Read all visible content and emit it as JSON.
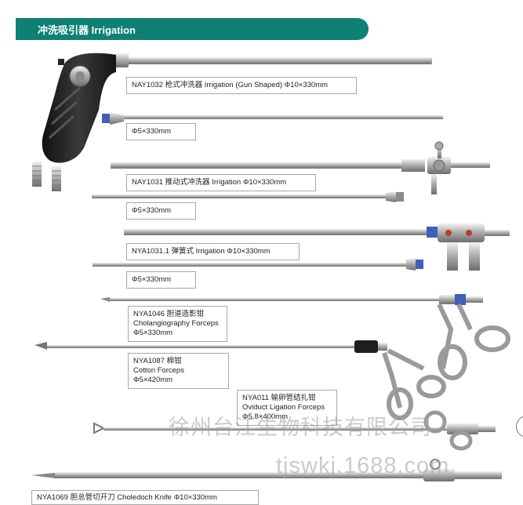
{
  "header": {
    "title": "冲洗吸引器 Irrigation"
  },
  "labels": [
    {
      "lines": [
        "NAY1032 枪式冲洗器 Irrigation (Gun Shaped)  Φ10×330mm"
      ]
    },
    {
      "lines": [
        "Φ5×330mm"
      ]
    },
    {
      "lines": [
        "NAY1031 推动式冲洗器 Irrigation  Φ10×330mm"
      ]
    },
    {
      "lines": [
        "Φ5×330mm"
      ]
    },
    {
      "lines": [
        "NYA1031.1 弹簧式 Irrigation  Φ10×330mm"
      ]
    },
    {
      "lines": [
        "Φ5×330mm"
      ]
    },
    {
      "lines": [
        "NYA1046 胆道造影钳",
        "Cholangiography Forceps",
        "Φ5×330mm"
      ]
    },
    {
      "lines": [
        "NYA1087 棉钳",
        "Cotton Forceps",
        "Φ5×420mm"
      ]
    },
    {
      "lines": [
        "NYA011 输卵管结扎钳",
        "Oviduct Ligation Forceps",
        "Φ5.8×400mm"
      ]
    },
    {
      "lines": [
        "NYA1069 胆总管切开刀 Choledoch Knife  Φ10×330mm"
      ]
    }
  ],
  "watermark": {
    "company": "徐州台江生物科技有限公司",
    "url": "tjswkj.1688.com"
  },
  "colors": {
    "banner": "#0e8074",
    "steel": "#b9b9b9",
    "handle": "#2a2a2a",
    "accent_blue": "#3f5fb8"
  }
}
